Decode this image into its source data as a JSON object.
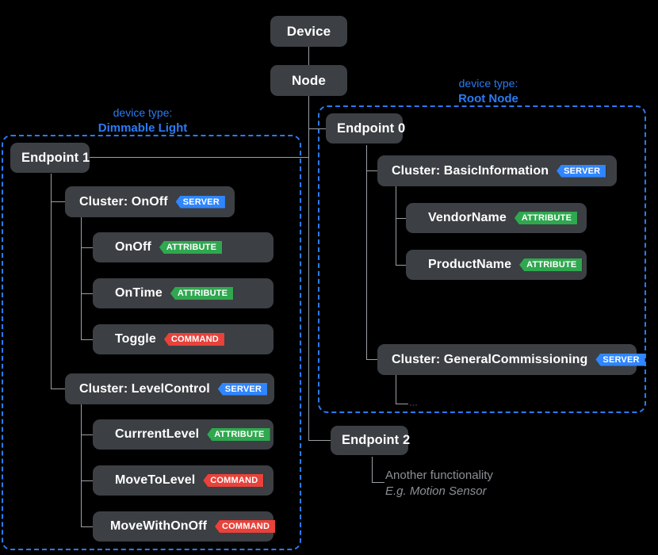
{
  "diagram": {
    "title_chain": [
      {
        "label": "Device"
      },
      {
        "label": "Node"
      }
    ],
    "device_types": [
      {
        "prefix": "device type:",
        "name": "Dimmable Light"
      },
      {
        "prefix": "device type:",
        "name": "Root Node"
      }
    ],
    "endpoints": [
      {
        "label": "Endpoint 1"
      },
      {
        "label": "Endpoint 0"
      },
      {
        "label": "Endpoint 2"
      }
    ],
    "clusters": [
      {
        "label": "Cluster: OnOff",
        "badge": "SERVER"
      },
      {
        "label": "Cluster: LevelControl",
        "badge": "SERVER"
      },
      {
        "label": "Cluster: BasicInformation",
        "badge": "SERVER"
      },
      {
        "label": "Cluster: GeneralCommissioning",
        "badge": "SERVER"
      }
    ],
    "members": [
      {
        "label": "OnOff",
        "badge": "ATTRIBUTE",
        "kind": "attribute"
      },
      {
        "label": "OnTime",
        "badge": "ATTRIBUTE",
        "kind": "attribute"
      },
      {
        "label": "Toggle",
        "badge": "COMMAND",
        "kind": "command"
      },
      {
        "label": "CurrrentLevel",
        "badge": "ATTRIBUTE",
        "kind": "attribute"
      },
      {
        "label": "MoveToLevel",
        "badge": "COMMAND",
        "kind": "command"
      },
      {
        "label": "MoveWithOnOff",
        "badge": "COMMAND",
        "kind": "command"
      },
      {
        "label": "VendorName",
        "badge": "ATTRIBUTE",
        "kind": "attribute"
      },
      {
        "label": "ProductName",
        "badge": "ATTRIBUTE",
        "kind": "attribute"
      }
    ],
    "notes": {
      "ellipsis": "...",
      "endpoint2_line1": "Another functionality",
      "endpoint2_line2": "E.g. Motion Sensor"
    },
    "colors": {
      "background": "#000000",
      "box": "#3c3f43",
      "connector": "#9aa0a6",
      "group_border": "#2b7bf3",
      "device_type_text": "#2b7bf3",
      "badge_server": "#2f86ff",
      "badge_attribute": "#2fa84f",
      "badge_command": "#e8423a",
      "note_text": "#8b9096"
    }
  }
}
